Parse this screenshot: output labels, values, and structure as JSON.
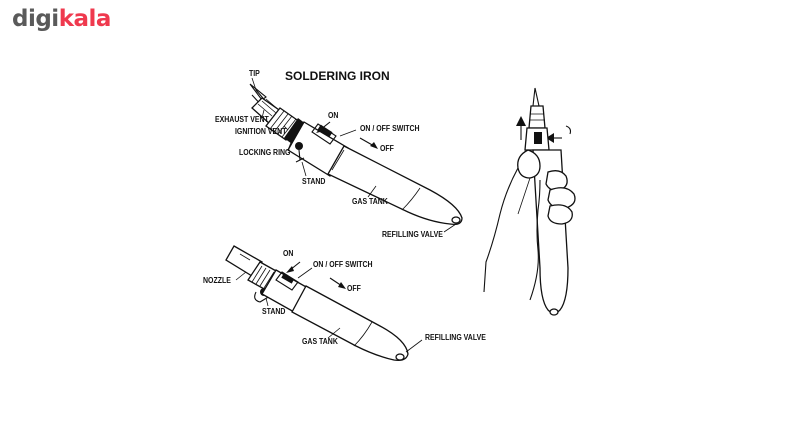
{
  "logo": {
    "part1": "digi",
    "part2": "kala",
    "color_gray": "#5a5a5a",
    "color_red": "#ef394e"
  },
  "diagram": {
    "title": "SOLDERING IRON",
    "top": {
      "tip": "TIP",
      "exhaust_vent": "EXHAUST VENT",
      "ignition_vent": "IGNITION VENT",
      "locking_ring": "LOCKING RING",
      "stand": "STAND",
      "on": "ON",
      "switch": "ON / OFF SWITCH",
      "off": "OFF",
      "gas_tank": "GAS TANK",
      "refilling_valve": "REFILLING VALVE"
    },
    "bottom": {
      "on": "ON",
      "switch": "ON / OFF SWITCH",
      "off": "OFF",
      "nozzle": "NOZZLE",
      "stand": "STAND",
      "gas_tank": "GAS TANK",
      "refilling_valve": "REFILLING VALVE"
    }
  }
}
